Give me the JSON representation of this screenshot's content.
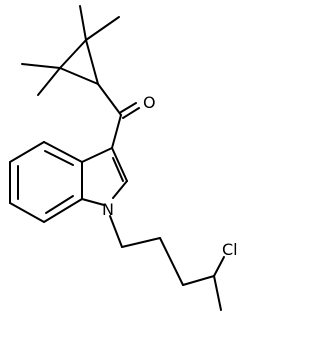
{
  "molecule": {
    "atom_labels": {
      "oxygen": "O",
      "nitrogen": "N",
      "chlorine": "Cl"
    },
    "colors": {
      "bond": "#000000",
      "background": "#ffffff"
    }
  }
}
